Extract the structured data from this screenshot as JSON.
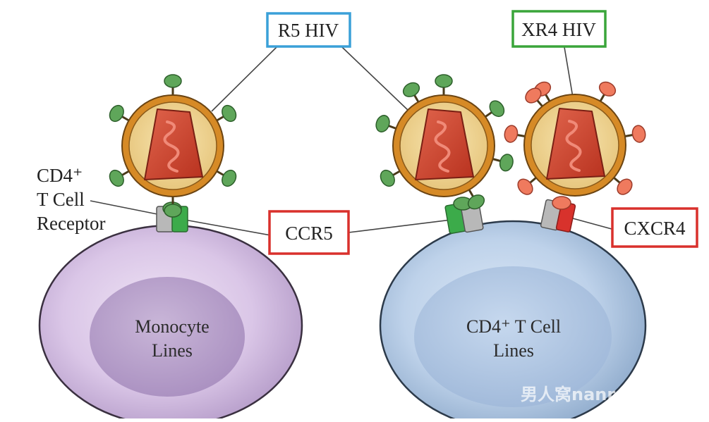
{
  "labels": {
    "r5_hiv": "R5 HIV",
    "xr4_hiv": "XR4 HIV",
    "ccr5": "CCR5",
    "cxcr4": "CXCR4",
    "cd4_receptor": [
      "CD4⁺",
      "T Cell",
      "Receptor"
    ],
    "monocyte": [
      "Monocyte",
      "Lines"
    ],
    "cd4_cell": [
      "CD4⁺ T Cell",
      "Lines"
    ]
  },
  "watermark": "男人窝nanrenwo",
  "colors": {
    "r5_box": "#3aa0d8",
    "xr4_box": "#3aa53a",
    "receptor_box": "#d9302c",
    "monocyte": "#d9c6e6",
    "tcell": "#b9cfe8",
    "virus_shell": "#d68a26",
    "virus_core": "#c8402e",
    "ccr5_green": "#3cab4a",
    "cxcr4_red": "#d8322c",
    "r5_knob": "#5fa65a",
    "x4_knob": "#ef7a5e"
  }
}
